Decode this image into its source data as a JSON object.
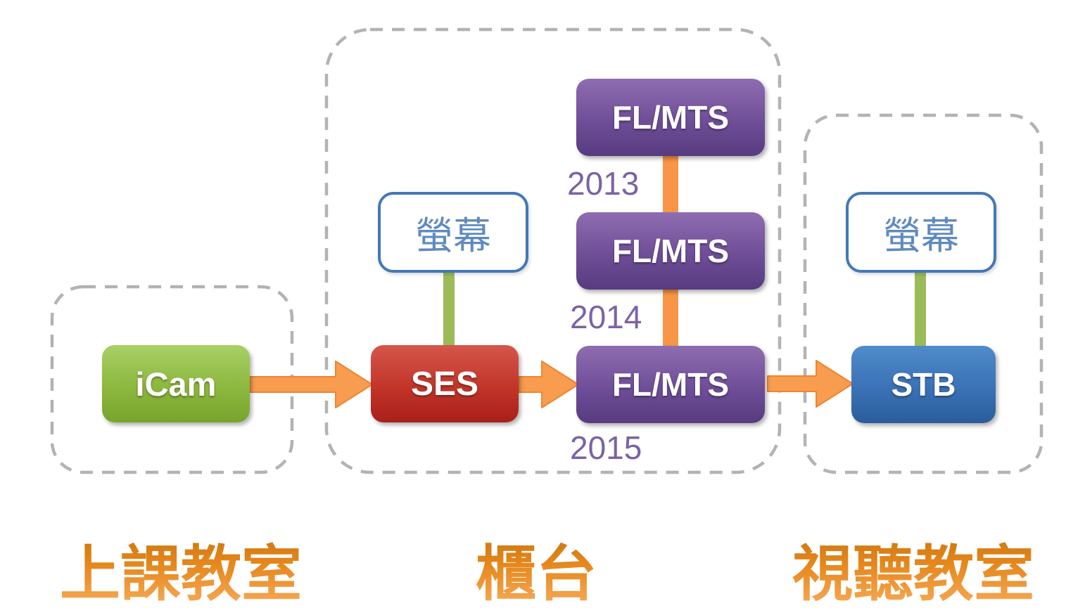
{
  "regions": {
    "classroom": {
      "label": "上課教室"
    },
    "counter": {
      "label": "櫃台"
    },
    "av_room": {
      "label": "視聽教室"
    }
  },
  "nodes": {
    "icam": {
      "label": "iCam"
    },
    "ses": {
      "label": "SES"
    },
    "screen_counter": {
      "label": "螢幕"
    },
    "screen_av": {
      "label": "螢幕"
    },
    "fl_mts_2013": {
      "label": "FL/MTS"
    },
    "fl_mts_2014": {
      "label": "FL/MTS"
    },
    "fl_mts_2015": {
      "label": "FL/MTS"
    },
    "stb": {
      "label": "STB"
    }
  },
  "years": {
    "y2013": "2013",
    "y2014": "2014",
    "y2015": "2015"
  },
  "colors": {
    "icam_green": "#8cb83e",
    "ses_red": "#c23529",
    "fl_mts_purple": "#6f4e98",
    "stb_blue": "#3a72b5",
    "screen_border_blue": "#4478b7",
    "screen_text_blue": "#5f8ac0",
    "connector_green": "#9bbb59",
    "arrow_orange": "#f79646",
    "year_purple": "#7b63a4",
    "region_label_orange": "#e0831a",
    "dashed_border_gray": "#b3b3b3"
  }
}
